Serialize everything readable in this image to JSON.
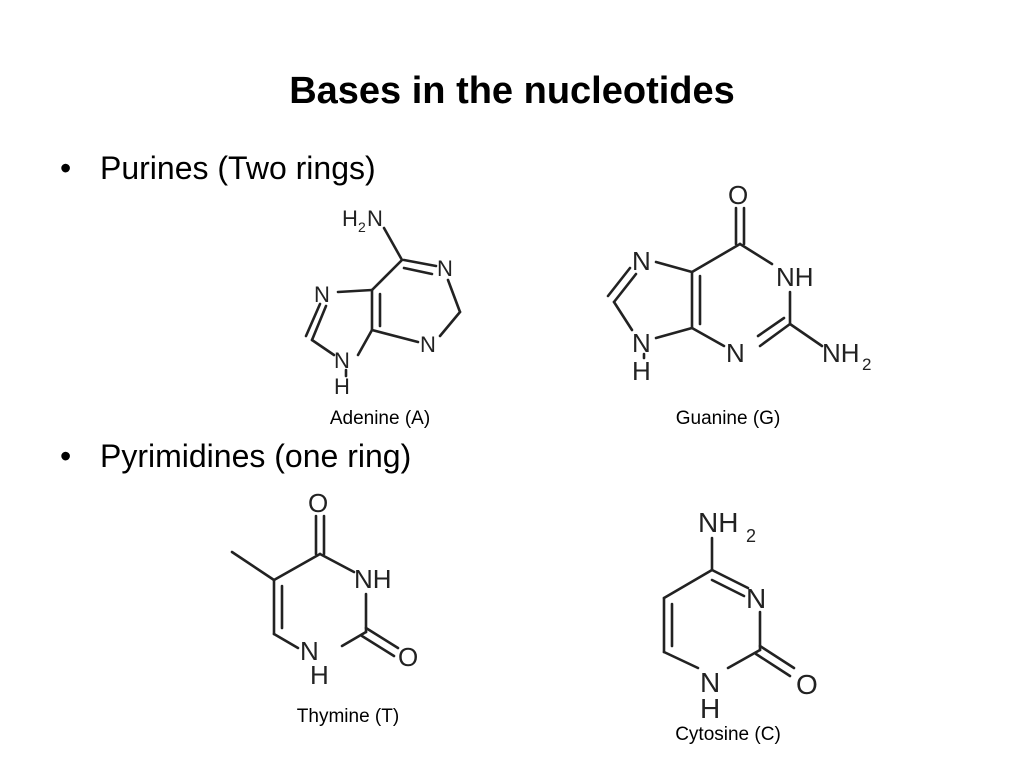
{
  "slide": {
    "title": "Bases in the nucleotides",
    "bullets": [
      {
        "text": "Purines (Two rings)"
      },
      {
        "text": "Pyrimidines (one ring)"
      }
    ],
    "molecules": {
      "adenine": {
        "caption": "Adenine (A)"
      },
      "guanine": {
        "caption": "Guanine (G)"
      },
      "thymine": {
        "caption": "Thymine (T)"
      },
      "cytosine": {
        "caption": "Cytosine (C)"
      }
    },
    "bullet_glyph": "•"
  }
}
